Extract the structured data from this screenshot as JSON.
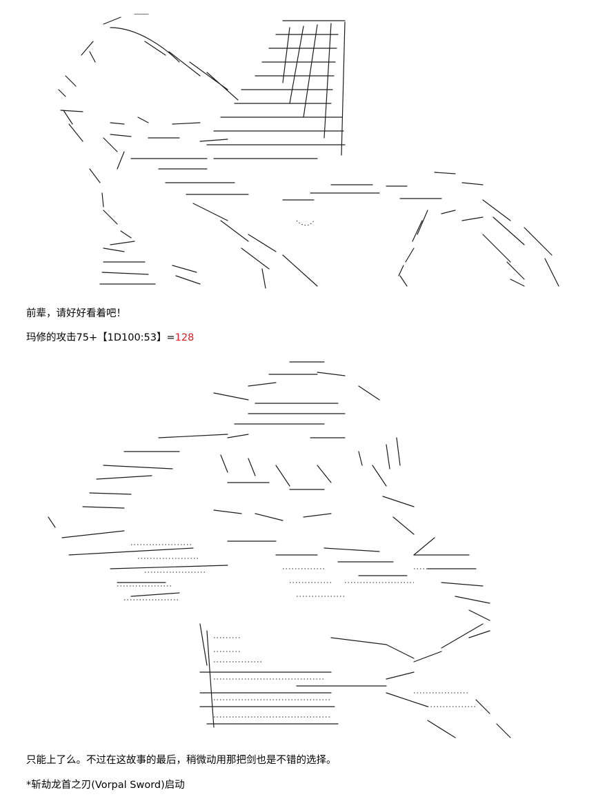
{
  "line1": "前辈，请好好看着吧！",
  "line2": {
    "prefix": "玛修的攻击75+【1D100:53】=",
    "result": "128",
    "result_color": "#e01b1b"
  },
  "line3": "只能上了么。不过在这故事的最后，稍微动用那把剑也是不错的选择。",
  "line4": "*斩劫龙首之刃(Vorpal Sword)启动"
}
